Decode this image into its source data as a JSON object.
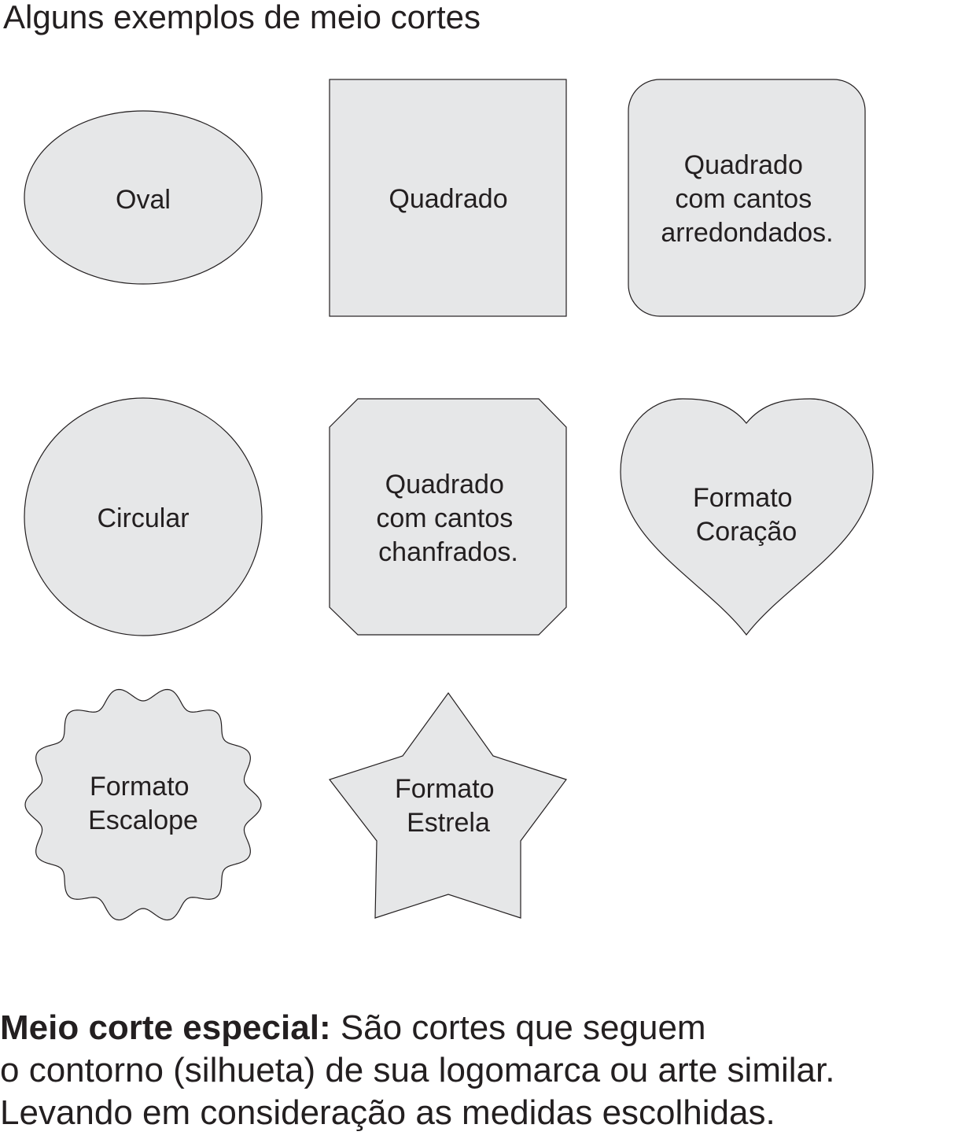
{
  "title": "Alguns exemplos de meio cortes",
  "colors": {
    "shape_fill": "#e6e7e8",
    "shape_stroke": "#231f20",
    "text": "#231f20",
    "background": "#ffffff"
  },
  "shapes": [
    {
      "id": "oval",
      "label_lines": [
        "Oval"
      ]
    },
    {
      "id": "square",
      "label_lines": [
        "Quadrado"
      ]
    },
    {
      "id": "rounded-square",
      "label_lines": [
        "Quadrado",
        "com cantos",
        "arredondados."
      ]
    },
    {
      "id": "circle",
      "label_lines": [
        "Circular"
      ]
    },
    {
      "id": "chamfered-square",
      "label_lines": [
        "Quadrado",
        "com cantos",
        "chanfrados."
      ]
    },
    {
      "id": "heart",
      "label_lines": [
        "Formato",
        "Coração"
      ]
    },
    {
      "id": "scallop",
      "label_lines": [
        "Formato",
        "Escalope"
      ]
    },
    {
      "id": "star",
      "label_lines": [
        "Formato",
        "Estrela"
      ]
    }
  ],
  "footer": {
    "bold_lead": "Meio corte especial:",
    "line1_rest": " São cortes que seguem",
    "line2": "o contorno (silhueta) de sua logomarca ou arte similar.",
    "line3": "Levando em consideração as medidas escolhidas."
  }
}
